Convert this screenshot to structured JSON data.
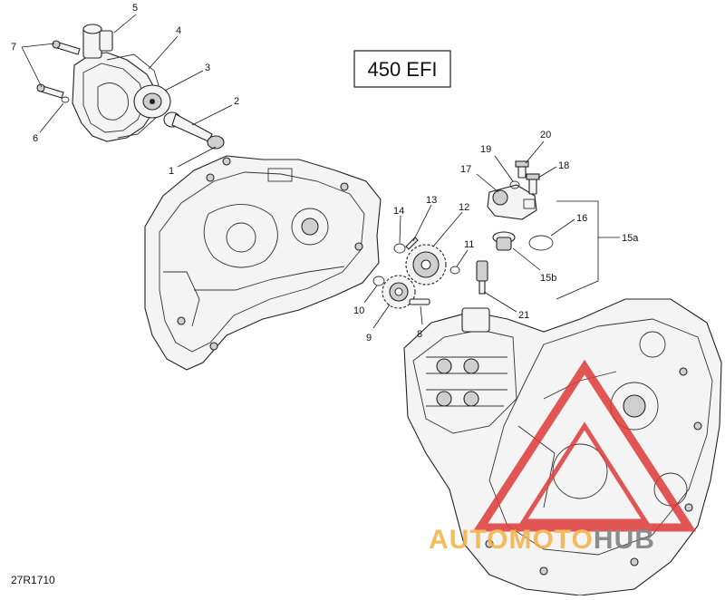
{
  "model_box": {
    "text": "450 EFI"
  },
  "drawing_code": "27R1710",
  "watermark": {
    "part1": "AUTOMOTO",
    "part2": "HUB",
    "accent": "#e03a3a",
    "auto_color": "#f5b043",
    "hub_color": "#7a7a7a"
  },
  "callouts": [
    {
      "id": "1",
      "text": "1"
    },
    {
      "id": "2",
      "text": "2"
    },
    {
      "id": "3",
      "text": "3"
    },
    {
      "id": "4",
      "text": "4"
    },
    {
      "id": "5",
      "text": "5"
    },
    {
      "id": "6",
      "text": "6"
    },
    {
      "id": "7",
      "text": "7"
    },
    {
      "id": "8",
      "text": "8"
    },
    {
      "id": "9",
      "text": "9"
    },
    {
      "id": "10",
      "text": "10"
    },
    {
      "id": "11",
      "text": "11"
    },
    {
      "id": "12",
      "text": "12"
    },
    {
      "id": "13",
      "text": "13"
    },
    {
      "id": "14",
      "text": "14"
    },
    {
      "id": "15a",
      "text": "15a"
    },
    {
      "id": "15b",
      "text": "15b"
    },
    {
      "id": "16",
      "text": "16"
    },
    {
      "id": "17",
      "text": "17"
    },
    {
      "id": "18",
      "text": "18"
    },
    {
      "id": "19",
      "text": "19"
    },
    {
      "id": "20",
      "text": "20"
    },
    {
      "id": "21",
      "text": "21"
    }
  ]
}
